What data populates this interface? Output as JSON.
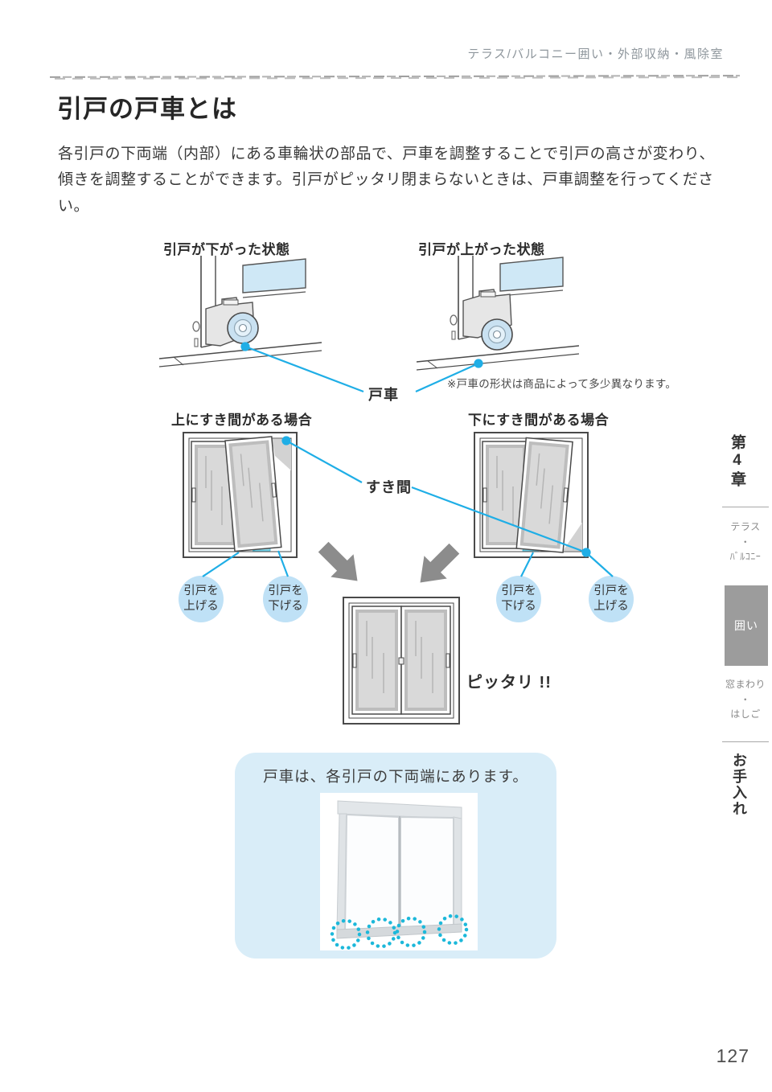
{
  "page": {
    "header": "テラス/バルコニー囲い・外部収納・風除室",
    "title": "引戸の戸車とは",
    "intro": "各引戸の下両端（内部）にある車輪状の部品で、戸車を調整することで引戸の高さが変わり、傾きを調整することができます。引戸がピッタリ閉まらないときは、戸車調整を行ってください。",
    "page_number": "127"
  },
  "roller_diagram": {
    "label_lowered": "引戸が下がった状態",
    "label_raised": "引戸が上がった状態",
    "roller_label": "戸車",
    "note": "※戸車の形状は商品によって多少異なります。"
  },
  "gap_diagram": {
    "label_gap_top": "上にすき間がある場合",
    "label_gap_bottom": "下にすき間がある場合",
    "gap_label": "すき間",
    "bubbles": [
      "引戸を\n上げる",
      "引戸を\n下げる",
      "引戸を\n下げる",
      "引戸を\n上げる"
    ],
    "result_label": "ピッタリ !!"
  },
  "info_box": {
    "text": "戸車は、各引戸の下両端にあります。"
  },
  "sidebar": {
    "chapter": "第4章",
    "tab_terrace": "テラス\n・\nﾊﾞﾙｺﾆｰ",
    "tab_enclosure": "囲い",
    "tab_window": "窓まわり\n・\nはしご",
    "tab_care": "お手入れ"
  },
  "colors": {
    "leader_line": "#1faee6",
    "bubble_fill": "#bfe1f6",
    "info_box_fill": "#d9edf8",
    "glass_blue": "#cfe8f6",
    "glass_gray": "#d9d9d9",
    "arrow_gray": "#8c8c8c",
    "sidebar_tab_gray": "#9c9c9c",
    "dotted_circle": "#1cb8da"
  }
}
